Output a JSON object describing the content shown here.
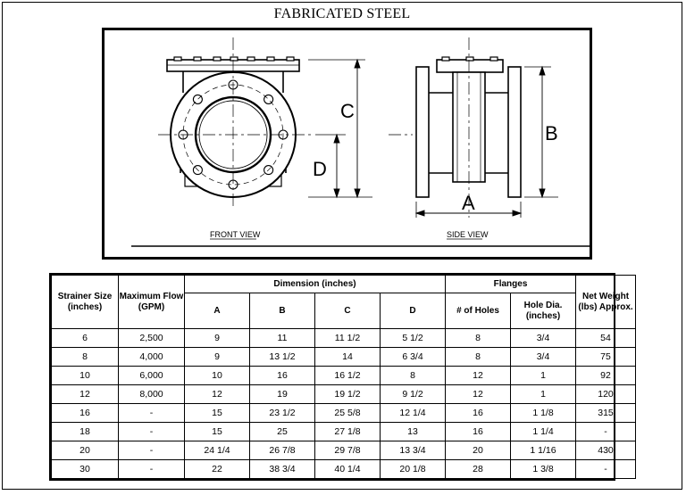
{
  "title": "FABRICATED STEEL",
  "drawing": {
    "front_view_label": "FRONT VIEW",
    "side_view_label": "SIDE VIEW",
    "dim_labels": {
      "a": "A",
      "b": "B",
      "c": "C",
      "d": "D"
    }
  },
  "table": {
    "headers": {
      "strainer_size": "Strainer Size (inches)",
      "max_flow": "Maximum Flow (GPM)",
      "dimension_group": "Dimension (inches)",
      "flanges_group": "Flanges",
      "net_weight": "Net Weight (lbs) Approx.",
      "col_a": "A",
      "col_b": "B",
      "col_c": "C",
      "col_d": "D",
      "num_holes": "# of Holes",
      "hole_dia": "Hole Dia. (inches)"
    },
    "rows": [
      [
        "6",
        "2,500",
        "9",
        "11",
        "11 1/2",
        "5 1/2",
        "8",
        "3/4",
        "54"
      ],
      [
        "8",
        "4,000",
        "9",
        "13 1/2",
        "14",
        "6 3/4",
        "8",
        "3/4",
        "75"
      ],
      [
        "10",
        "6,000",
        "10",
        "16",
        "16 1/2",
        "8",
        "12",
        "1",
        "92"
      ],
      [
        "12",
        "8,000",
        "12",
        "19",
        "19 1/2",
        "9 1/2",
        "12",
        "1",
        "120"
      ],
      [
        "16",
        "-",
        "15",
        "23 1/2",
        "25 5/8",
        "12 1/4",
        "16",
        "1 1/8",
        "315"
      ],
      [
        "18",
        "-",
        "15",
        "25",
        "27 1/8",
        "13",
        "16",
        "1 1/4",
        "-"
      ],
      [
        "20",
        "-",
        "24 1/4",
        "26 7/8",
        "29 7/8",
        "13 3/4",
        "20",
        "1  1/16",
        "430"
      ],
      [
        "30",
        "-",
        "22",
        "38 3/4",
        "40 1/4",
        "20 1/8",
        "28",
        "1 3/8",
        "-"
      ]
    ]
  }
}
